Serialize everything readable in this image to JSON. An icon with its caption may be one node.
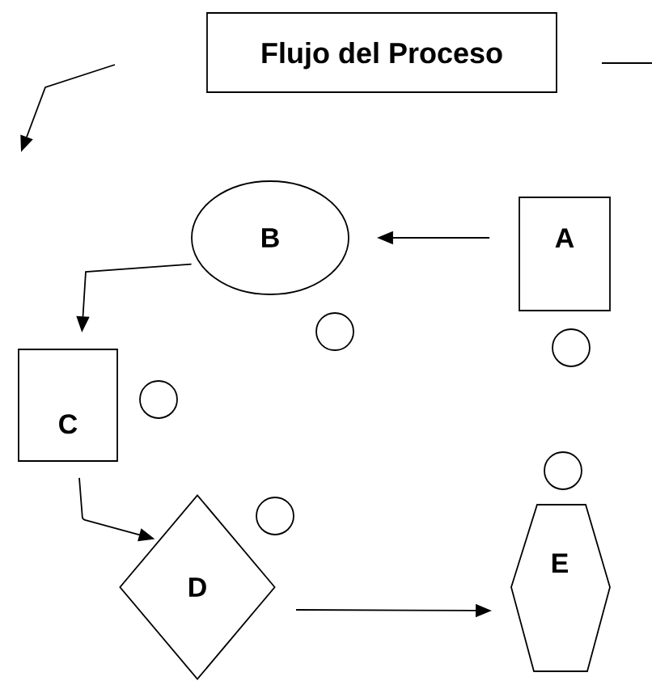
{
  "diagram": {
    "nodes": [
      {
        "text": [
          "Flujo del Proceso"
        ]
      },
      {
        "text": [
          "B"
        ]
      },
      {
        "text": [
          "A"
        ]
      },
      {
        "text": [
          "C"
        ]
      },
      {
        "text": [
          "D"
        ]
      },
      {
        "text": [
          "E"
        ]
      },
      {
        "text": [],
        "shape": "circle"
      },
      {
        "text": [],
        "shape": "circle"
      },
      {
        "text": [],
        "shape": "circle"
      },
      {
        "text": [],
        "shape": "circle"
      },
      {
        "text": [],
        "shape": "circle"
      }
    ],
    "edges": [
      {
        "from": 2,
        "to": 1,
        "arrow": "to"
      },
      {
        "from": 1,
        "to": 3,
        "arrow": "to"
      },
      {
        "from": 3,
        "to": 4,
        "arrow": "to"
      },
      {
        "from": 4,
        "to": 5,
        "arrow": "to"
      }
    ]
  }
}
